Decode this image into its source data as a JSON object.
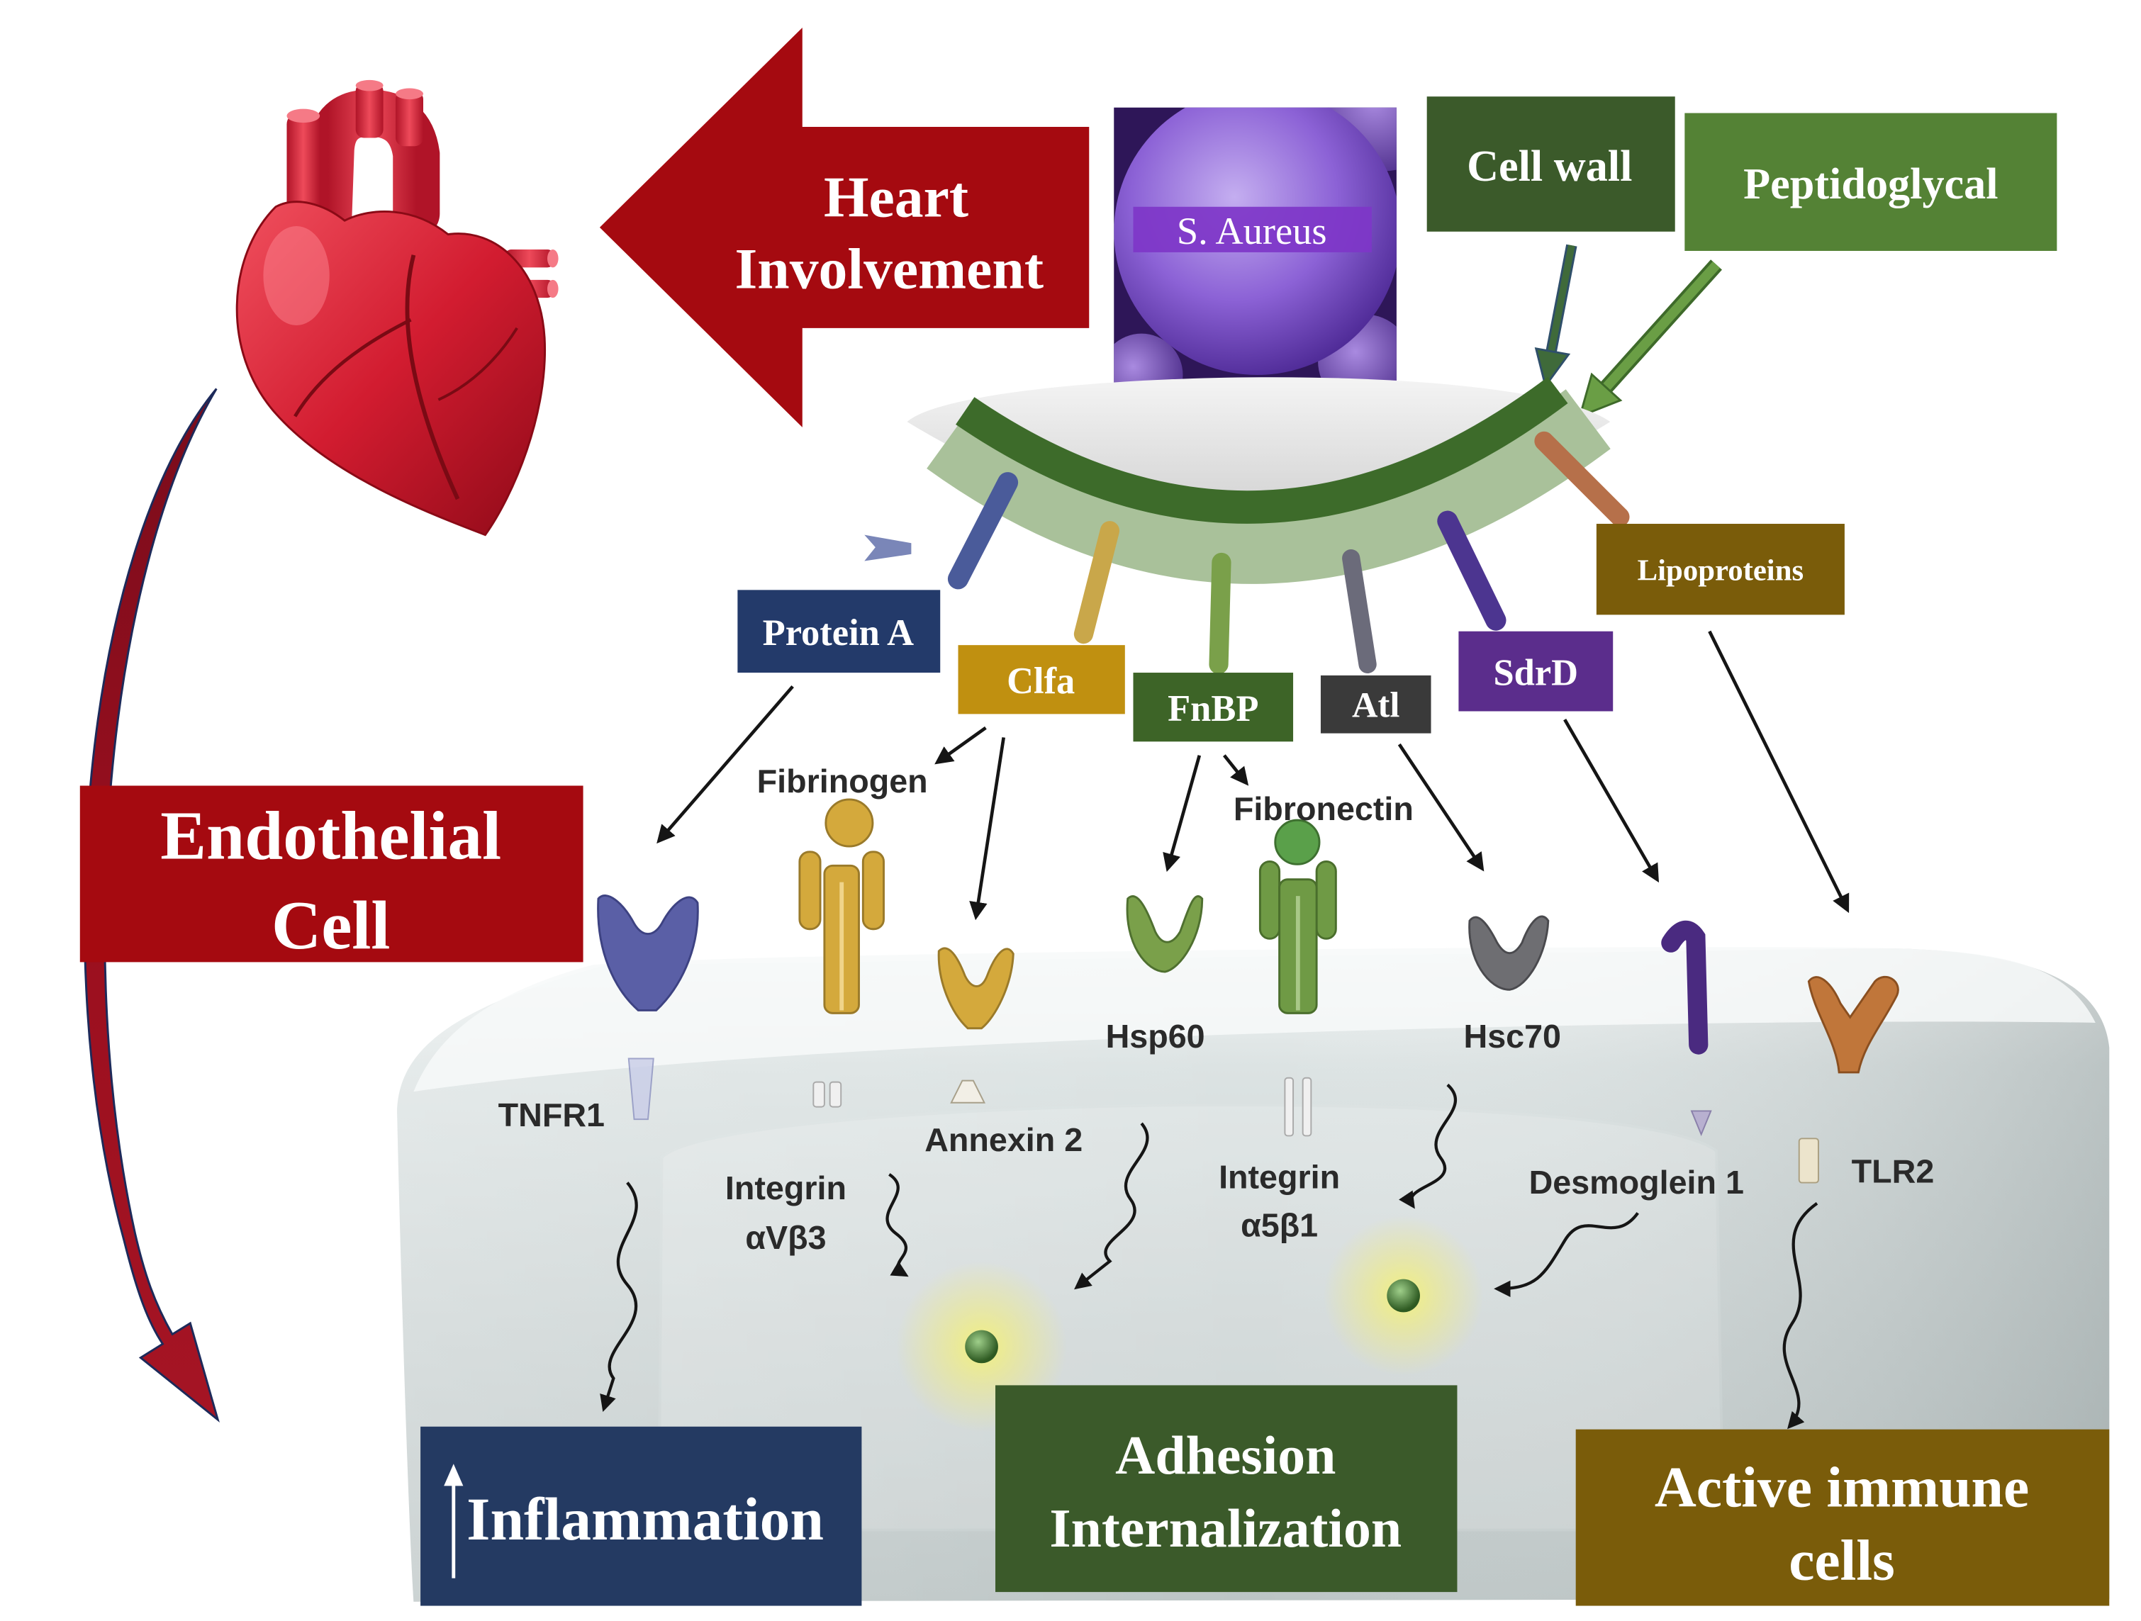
{
  "heart_involvement": {
    "lines": [
      "Heart",
      "Involvement"
    ]
  },
  "bacterium": {
    "label": "S. Aureus"
  },
  "cell_wall": {
    "label": "Cell wall"
  },
  "peptidoglycan": {
    "label": "Peptidoglycal"
  },
  "lipoproteins": {
    "label": "Lipoproteins"
  },
  "adhesins": {
    "protein_a": "Protein A",
    "clfa": "Clfa",
    "fnbp": "FnBP",
    "atl": "Atl",
    "sdrd": "SdrD"
  },
  "endothelial_cell": {
    "lines": [
      "Endothelial",
      "Cell"
    ]
  },
  "ligands": {
    "fibrinogen": "Fibrinogen",
    "fibronectin": "Fibronectin"
  },
  "receptors": {
    "tnfr1": "TNFR1",
    "integrin_avb3": [
      "Integrin",
      "αVβ3"
    ],
    "annexin2": "Annexin 2",
    "hsp60": "Hsp60",
    "integrin_a5b1": [
      "Integrin",
      "α5β1"
    ],
    "hsc70": "Hsc70",
    "desmoglein1": "Desmoglein 1",
    "tlr2": "TLR2"
  },
  "outcomes": {
    "inflammation": "Inflammation",
    "adhesion_internalization": [
      "Adhesion",
      "Internalization"
    ],
    "active_immune_cells": [
      "Active immune",
      "cells"
    ]
  },
  "colors": {
    "heart_red": "#a50a10",
    "cell_wall_green": "#3b5a2a",
    "peptidoglycan_green": "#548235",
    "bacterium_purple": "#7e36c8",
    "protein_a_blue": "#233a6a",
    "clfa_gold": "#c09010",
    "fnbp_green": "#3d6427",
    "atl_gray": "#3a3a3a",
    "sdrd_purple": "#5b2d8c",
    "lipoprotein_olive": "#7a5c0a",
    "inflammation_navy": "#243a62",
    "adhesion_green": "#3b5a2a",
    "immune_olive": "#7a5c0a"
  }
}
